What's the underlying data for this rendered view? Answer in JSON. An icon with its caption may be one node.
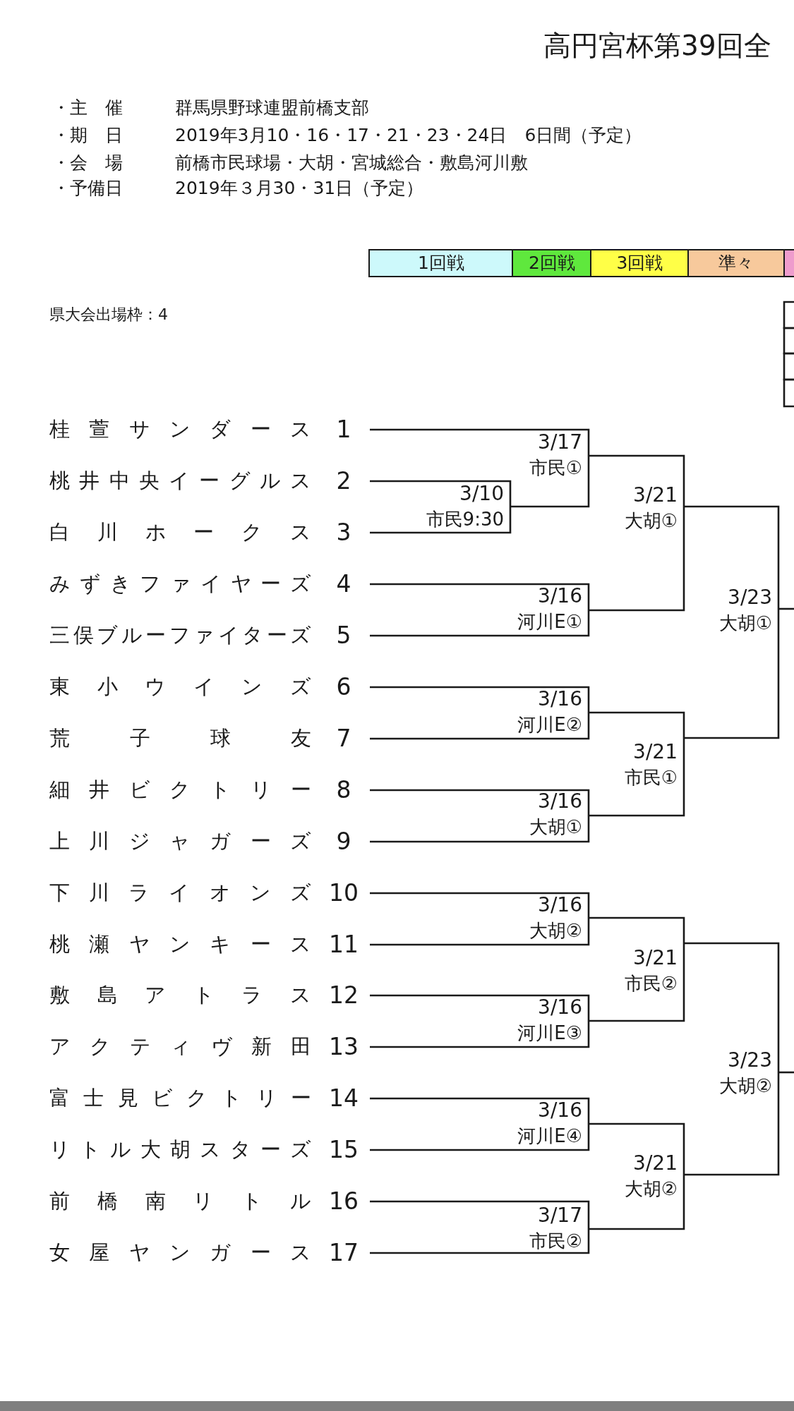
{
  "diagram": {
    "title": "高円宮杯第39回全",
    "nodes": [
      {
        "text": [
          "1回戦"
        ]
      },
      {
        "text": [
          "2回戦"
        ]
      },
      {
        "text": [
          "3回戦"
        ]
      },
      {
        "text": [
          "準々"
        ]
      },
      {
        "text": [],
        "shape": "box"
      },
      {
        "text": [
          "桂萱サンダース",
          "1"
        ]
      },
      {
        "text": [
          "桃井中央イーグルス",
          "2"
        ]
      },
      {
        "text": [
          "白川ホークス",
          "3"
        ]
      },
      {
        "text": [
          "みずきファイヤーズ",
          "4"
        ]
      },
      {
        "text": [
          "三俣ブルーファイターズ",
          "5"
        ]
      },
      {
        "text": [
          "東小ウインズ",
          "6"
        ]
      },
      {
        "text": [
          "荒子球友",
          "7"
        ]
      },
      {
        "text": [
          "細井ビクトリー",
          "8"
        ]
      },
      {
        "text": [
          "上川ジャガーズ",
          "9"
        ]
      },
      {
        "text": [
          "下川ライオンズ",
          "10"
        ]
      },
      {
        "text": [
          "桃瀬ヤンキース",
          "11"
        ]
      },
      {
        "text": [
          "敷島アトラス",
          "12"
        ]
      },
      {
        "text": [
          "アクティヴ新田",
          "13"
        ]
      },
      {
        "text": [
          "富士見ビクトリー",
          "14"
        ]
      },
      {
        "text": [
          "リトル大胡スターズ",
          "15"
        ]
      },
      {
        "text": [
          "前橋南リトル",
          "16"
        ]
      },
      {
        "text": [
          "女屋ヤンガース",
          "17"
        ]
      },
      {
        "text": [
          "3/17",
          "市民①"
        ]
      },
      {
        "text": [
          "3/10",
          "市民9:30"
        ]
      },
      {
        "text": [
          "3/21",
          "大胡①"
        ]
      },
      {
        "text": [
          "3/16",
          "河川E①"
        ]
      },
      {
        "text": [
          "3/23",
          "大胡①"
        ]
      },
      {
        "text": [
          "3/16",
          "河川E②"
        ]
      },
      {
        "text": [
          "3/21",
          "市民①"
        ]
      },
      {
        "text": [
          "3/16",
          "大胡①"
        ]
      },
      {
        "text": [
          "3/16",
          "大胡②"
        ]
      },
      {
        "text": [
          "3/21",
          "市民②"
        ]
      },
      {
        "text": [
          "3/16",
          "河川E③"
        ]
      },
      {
        "text": [
          "3/23",
          "大胡②"
        ]
      },
      {
        "text": [
          "3/16",
          "河川E④"
        ]
      },
      {
        "text": [
          "3/21",
          "大胡②"
        ]
      },
      {
        "text": [
          "3/17",
          "市民②"
        ]
      },
      {
        "text": [],
        "shape": "bar"
      }
    ],
    "edges": [
      {
        "from": 5,
        "to": 22,
        "arrow": "none"
      },
      {
        "from": 6,
        "to": 23,
        "arrow": "none"
      },
      {
        "from": 7,
        "to": 23,
        "arrow": "none"
      },
      {
        "from": 23,
        "to": 22,
        "arrow": "none"
      },
      {
        "from": 22,
        "to": 24,
        "arrow": "none"
      },
      {
        "from": 8,
        "to": 25,
        "arrow": "none"
      },
      {
        "from": 9,
        "to": 25,
        "arrow": "none"
      },
      {
        "from": 25,
        "to": 24,
        "arrow": "none"
      },
      {
        "from": 24,
        "to": 26,
        "arrow": "none"
      },
      {
        "from": 10,
        "to": 27,
        "arrow": "none"
      },
      {
        "from": 11,
        "to": 27,
        "arrow": "none"
      },
      {
        "from": 27,
        "to": 28,
        "arrow": "none"
      },
      {
        "from": 12,
        "to": 29,
        "arrow": "none"
      },
      {
        "from": 13,
        "to": 29,
        "arrow": "none"
      },
      {
        "from": 29,
        "to": 28,
        "arrow": "none"
      },
      {
        "from": 28,
        "to": 26,
        "arrow": "none"
      },
      {
        "from": 26,
        "to": null,
        "arrow": "none"
      },
      {
        "from": 14,
        "to": 30,
        "arrow": "none"
      },
      {
        "from": 15,
        "to": 30,
        "arrow": "none"
      },
      {
        "from": 30,
        "to": 31,
        "arrow": "none"
      },
      {
        "from": 16,
        "to": 32,
        "arrow": "none"
      },
      {
        "from": 17,
        "to": 32,
        "arrow": "none"
      },
      {
        "from": 32,
        "to": 31,
        "arrow": "none"
      },
      {
        "from": 31,
        "to": 33,
        "arrow": "none"
      },
      {
        "from": 18,
        "to": 34,
        "arrow": "none"
      },
      {
        "from": 19,
        "to": 34,
        "arrow": "none"
      },
      {
        "from": 34,
        "to": 35,
        "arrow": "none"
      },
      {
        "from": 20,
        "to": 36,
        "arrow": "none"
      },
      {
        "from": 21,
        "to": 36,
        "arrow": "none"
      },
      {
        "from": 36,
        "to": 35,
        "arrow": "none"
      },
      {
        "from": 35,
        "to": 33,
        "arrow": "none"
      },
      {
        "from": 33,
        "to": null,
        "arrow": "none"
      }
    ],
    "labels": [
      "・主　催",
      "群馬県野球連盟前橋支部",
      "・期　日",
      "2019年3月10・16・17・21・23・24日　6日間（予定）",
      "・会　場",
      "前橋市民球場・大胡・宮城総合・敷島河川敷",
      "・予備日",
      "2019年３月30・31日（予定）",
      "県大会出場枠：4"
    ]
  }
}
